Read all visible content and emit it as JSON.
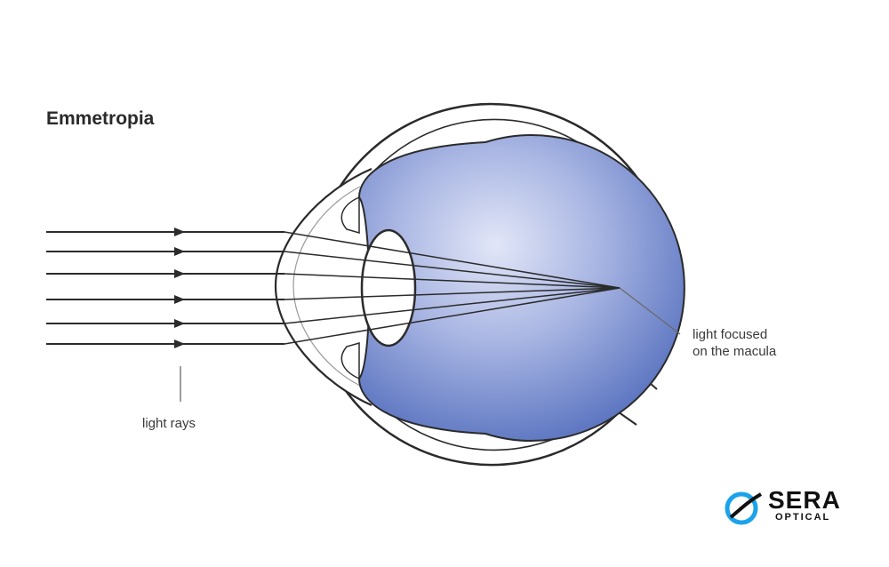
{
  "title": "Emmetropia",
  "labels": {
    "light_rays": "light rays",
    "focus_line1": "light focused",
    "focus_line2": "on the macula"
  },
  "logo": {
    "name": "SERA",
    "sub": "OPTICAL"
  },
  "colors": {
    "eye_inner": "#5d78c2",
    "eye_highlight": "#dfe4f6",
    "outline": "#2b2b2b",
    "logo_accent": "#1aa3ea"
  },
  "rays": {
    "count": 6
  }
}
